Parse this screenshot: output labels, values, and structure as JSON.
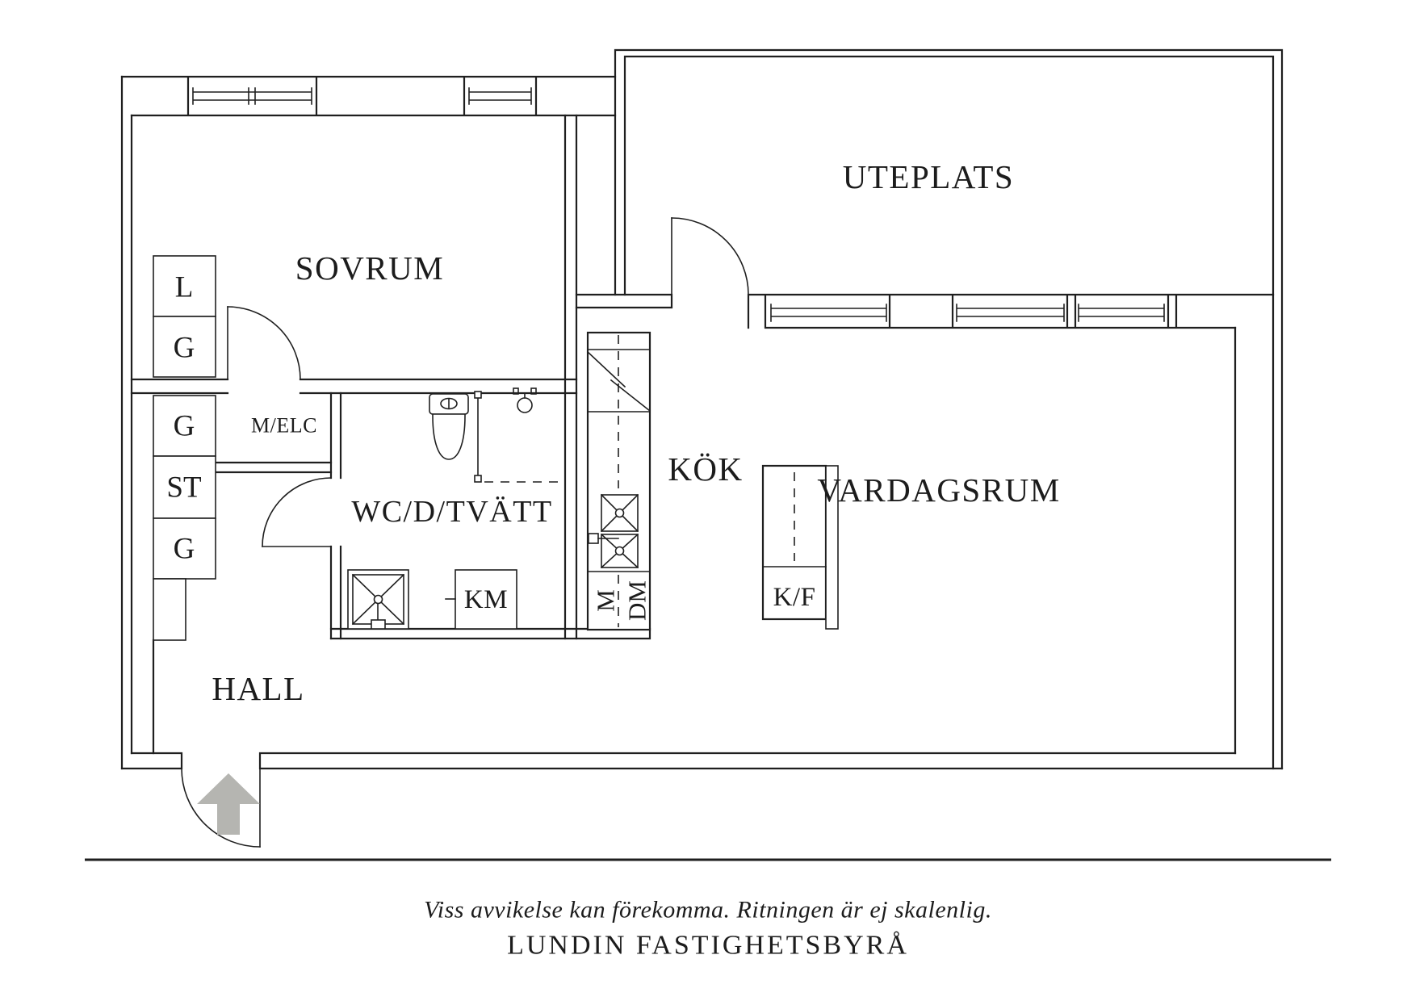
{
  "floorplan": {
    "colors": {
      "line": "#1f1f1f",
      "arrow": "#b5b5b1",
      "background": "#ffffff"
    },
    "rooms": {
      "sovrum": "SOVRUM",
      "uteplats": "UTEPLATS",
      "kok": "KÖK",
      "vardagsrum": "VARDAGSRUM",
      "wc": "WC/D/TVÄTT",
      "hall": "HALL",
      "melc": "M/ELC"
    },
    "closets": {
      "l": "L",
      "g1": "G",
      "g2": "G",
      "st": "ST",
      "g3": "G"
    },
    "appliances": {
      "km": "KM",
      "kf": "K/F",
      "m": "M",
      "dm": "DM"
    }
  },
  "footer": {
    "disclaimer": "Viss avvikelse kan förekomma. Ritningen är ej skalenlig.",
    "company": "LUNDIN FASTIGHETSBYRÅ"
  }
}
